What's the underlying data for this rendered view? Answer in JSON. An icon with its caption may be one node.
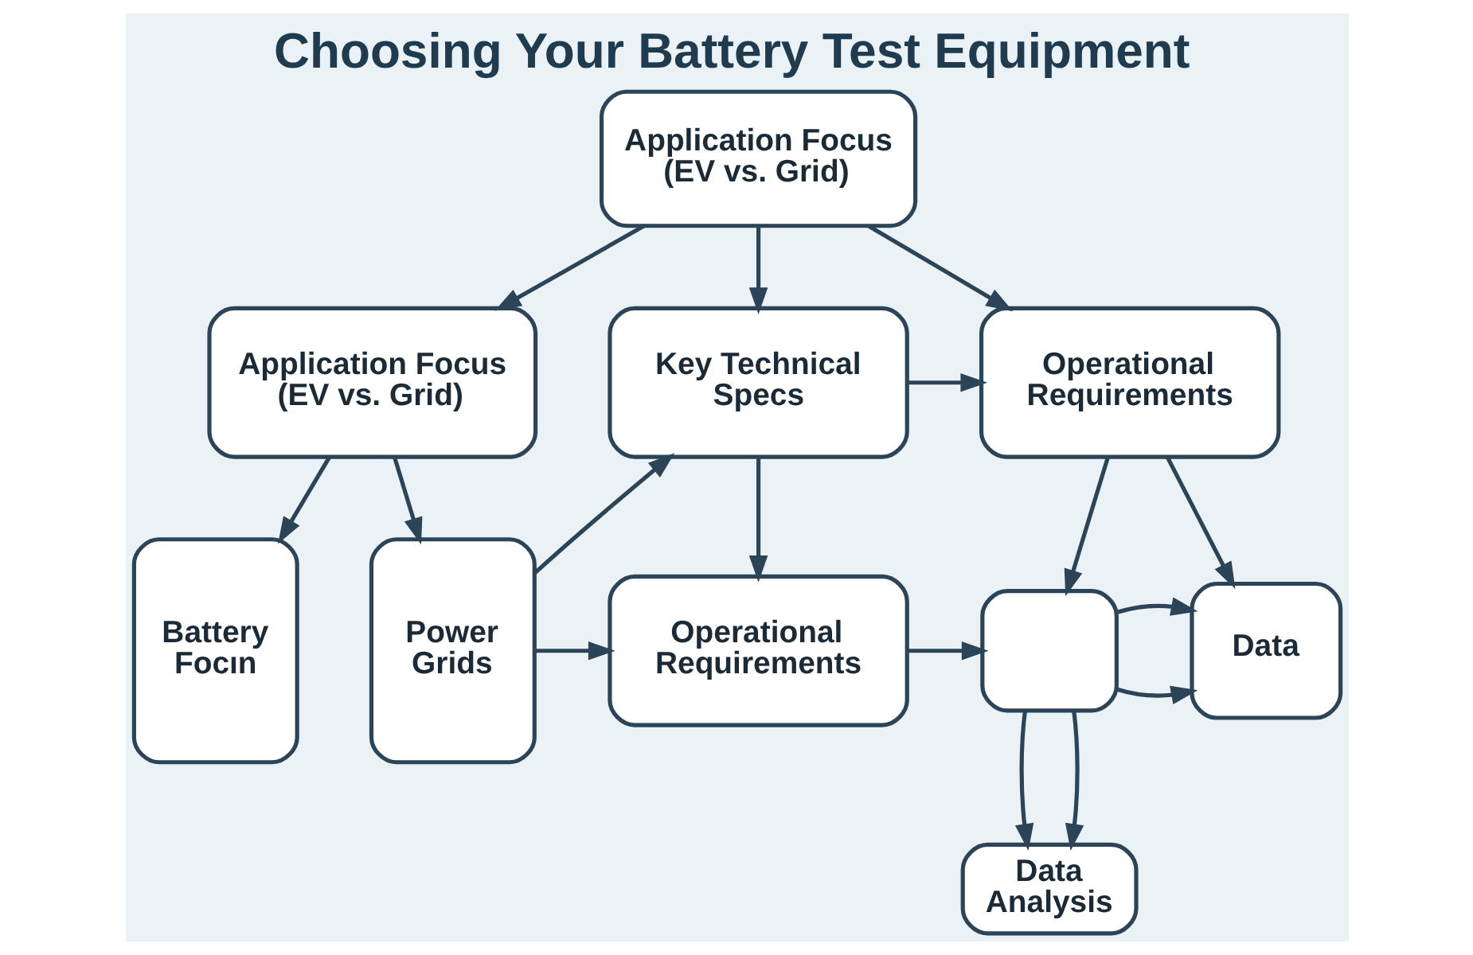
{
  "diagram": {
    "title": "Choosing Your Battery Test Equipment",
    "nodes": [
      {
        "text": [
          "Application Focus (EV vs. Grid)"
        ]
      },
      {
        "text": [
          "Application Focus (EV vs. Grid)"
        ]
      },
      {
        "text": [
          "Key Technical Specs"
        ]
      },
      {
        "text": [
          "Operational Requirements"
        ]
      },
      {
        "text": [
          "Battery Focın"
        ]
      },
      {
        "text": [
          "Power Grids"
        ]
      },
      {
        "text": [
          "Operational Requirements"
        ]
      },
      {
        "text": [],
        "shape": "box"
      },
      {
        "text": [
          "Data"
        ]
      },
      {
        "text": [
          "Data Analysis"
        ]
      }
    ],
    "edges": [
      {
        "from": 0,
        "to": 1,
        "arrow": "to"
      },
      {
        "from": 0,
        "to": 2,
        "arrow": "to"
      },
      {
        "from": 0,
        "to": 3,
        "arrow": "to"
      },
      {
        "from": 1,
        "to": 4,
        "arrow": "to"
      },
      {
        "from": 1,
        "to": 5,
        "arrow": "to"
      },
      {
        "from": 2,
        "to": 3,
        "arrow": "to"
      },
      {
        "from": 2,
        "to": 6,
        "arrow": "to"
      },
      {
        "from": 5,
        "to": 2,
        "arrow": "to"
      },
      {
        "from": 5,
        "to": 6,
        "arrow": "to"
      },
      {
        "from": 3,
        "to": 7,
        "arrow": "to"
      },
      {
        "from": 3,
        "to": 8,
        "arrow": "to"
      },
      {
        "from": 6,
        "to": 7,
        "arrow": "to"
      },
      {
        "from": 7,
        "to": 8,
        "arrow": "to"
      },
      {
        "from": 7,
        "to": 8,
        "arrow": "to"
      },
      {
        "from": 7,
        "to": 9,
        "arrow": "to"
      },
      {
        "from": 7,
        "to": 9,
        "arrow": "to"
      }
    ]
  }
}
